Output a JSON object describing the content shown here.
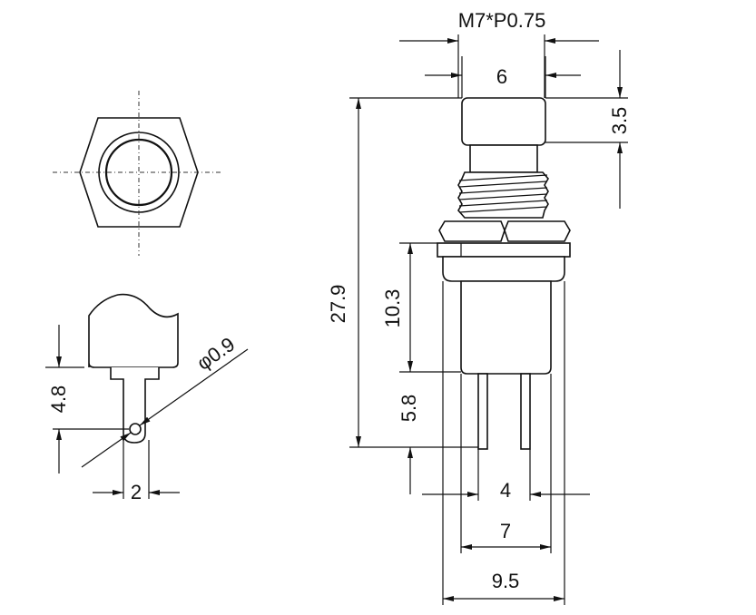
{
  "dimensions": {
    "thread": "M7*P0.75",
    "cap_width": "6",
    "cap_height": "3.5",
    "total_height": "27.9",
    "body_height": "10.3",
    "pin_length": "5.8",
    "pin_spacing": "4",
    "body_width": "7",
    "flange_width": "9.5",
    "terminal_height": "4.8",
    "terminal_width": "2",
    "hole_diameter": "φ0.9"
  }
}
